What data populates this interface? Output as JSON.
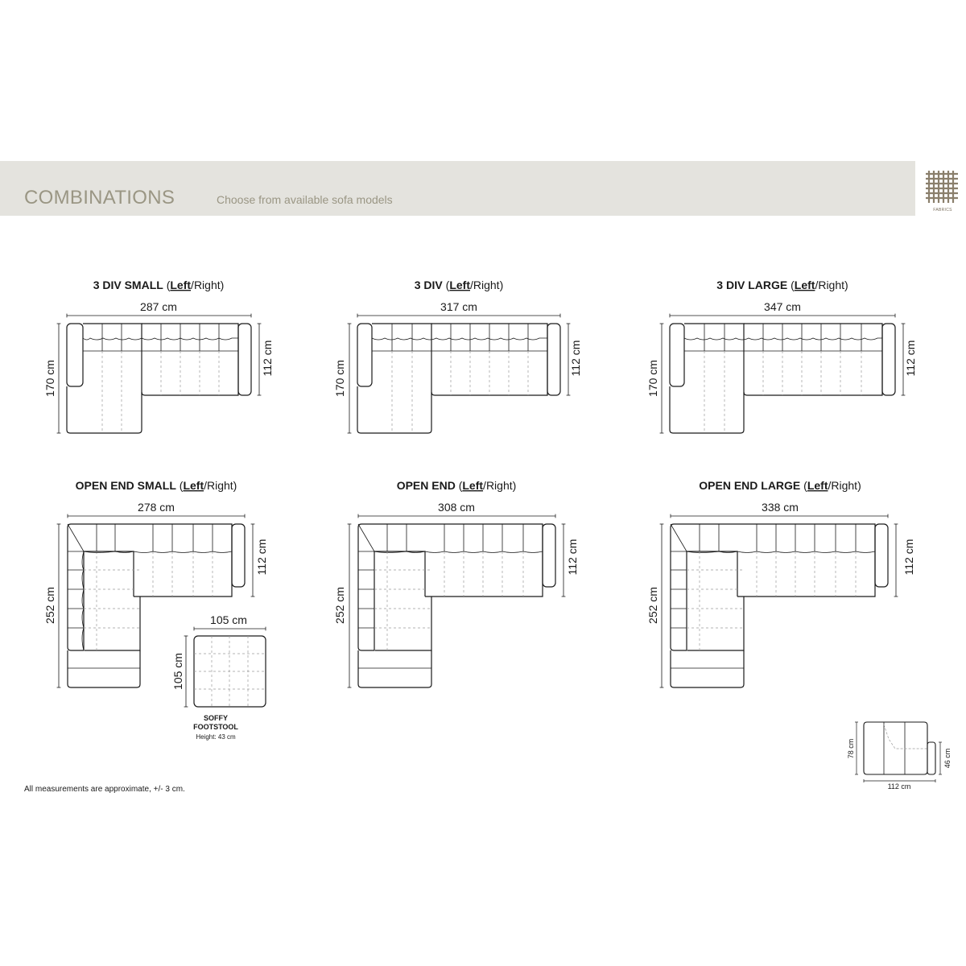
{
  "header": {
    "title": "COMBINATIONS",
    "subtitle": "Choose from available sofa models",
    "fabric_label": "FABRICS",
    "colors": {
      "banner": "#e4e3de",
      "title": "#9a9684",
      "fabric_icon": "#8a7f6c"
    }
  },
  "models": [
    {
      "name": "3 DIV SMALL",
      "paren_open": " (",
      "option_a": "Left",
      "sep": "/",
      "option_b": "Right)",
      "width": "287 cm",
      "chaise_depth": "170 cm",
      "depth": "112 cm"
    },
    {
      "name": "3 DIV",
      "paren_open": " (",
      "option_a": "Left",
      "sep": "/",
      "option_b": "Right)",
      "width": "317 cm",
      "chaise_depth": "170 cm",
      "depth": "112 cm"
    },
    {
      "name": "3 DIV LARGE",
      "paren_open": " (",
      "option_a": "Left",
      "sep": "/",
      "option_b": "Right)",
      "width": "347 cm",
      "chaise_depth": "170 cm",
      "depth": "112 cm"
    },
    {
      "name": "OPEN END SMALL",
      "paren_open": " (",
      "option_a": "Left",
      "sep": "/",
      "option_b": "Right)",
      "width": "278 cm",
      "chaise_depth": "252 cm",
      "depth": "112 cm"
    },
    {
      "name": "OPEN END",
      "paren_open": " (",
      "option_a": "Left",
      "sep": "/",
      "option_b": "Right)",
      "width": "308 cm",
      "chaise_depth": "252 cm",
      "depth": "112 cm"
    },
    {
      "name": "OPEN END LARGE",
      "paren_open": " (",
      "option_a": "Left",
      "sep": "/",
      "option_b": "Right)",
      "width": "338 cm",
      "chaise_depth": "252 cm",
      "depth": "112 cm"
    }
  ],
  "footstool": {
    "width": "105 cm",
    "depth": "105 cm",
    "label_line1": "SOFFY",
    "label_line2": "FOOTSTOOL",
    "height_text": "Height: 43 cm"
  },
  "profile": {
    "height": "78 cm",
    "arm_height": "46 cm",
    "depth": "112 cm"
  },
  "note": "All measurements are approximate, +/- 3 cm."
}
